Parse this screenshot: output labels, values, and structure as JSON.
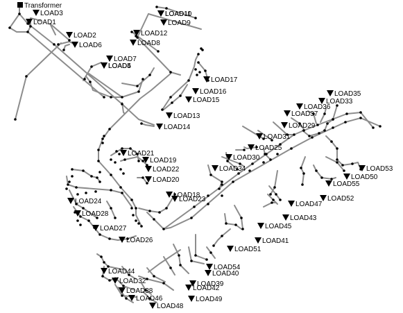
{
  "source": {
    "label": "Transformer",
    "icon": "square-source-icon"
  },
  "load_icon": "triangle-down-load-icon",
  "colors": {
    "line": "#8c8c8c",
    "node": "#000000",
    "background": "#ffffff"
  },
  "loads": [
    "LOAD1",
    "LOAD2",
    "LOAD3",
    "LOAD4",
    "LOAD5",
    "LOAD6",
    "LOAD7",
    "LOAD8",
    "LOAD9",
    "LOAD10",
    "LOAD11",
    "LOAD12",
    "LOAD13",
    "LOAD14",
    "LOAD15",
    "LOAD16",
    "LOAD17",
    "LOAD18",
    "LOAD19",
    "LOAD20",
    "LOAD21",
    "LOAD22",
    "LOAD23",
    "LOAD24",
    "LOAD25",
    "LOAD26",
    "LOAD27",
    "LOAD28",
    "LOAD29",
    "LOAD30",
    "LOAD31",
    "LOAD32",
    "LOAD33",
    "LOAD34",
    "LOAD35",
    "LOAD36",
    "LOAD37",
    "LOAD38",
    "LOAD39",
    "LOAD40",
    "LOAD41",
    "LOAD42",
    "LOAD43",
    "LOAD44",
    "LOAD45",
    "LOAD46",
    "LOAD47",
    "LOAD48",
    "LOAD49",
    "LOAD50",
    "LOAD51",
    "LOAD52",
    "LOAD53",
    "LOAD54",
    "LOAD55"
  ]
}
